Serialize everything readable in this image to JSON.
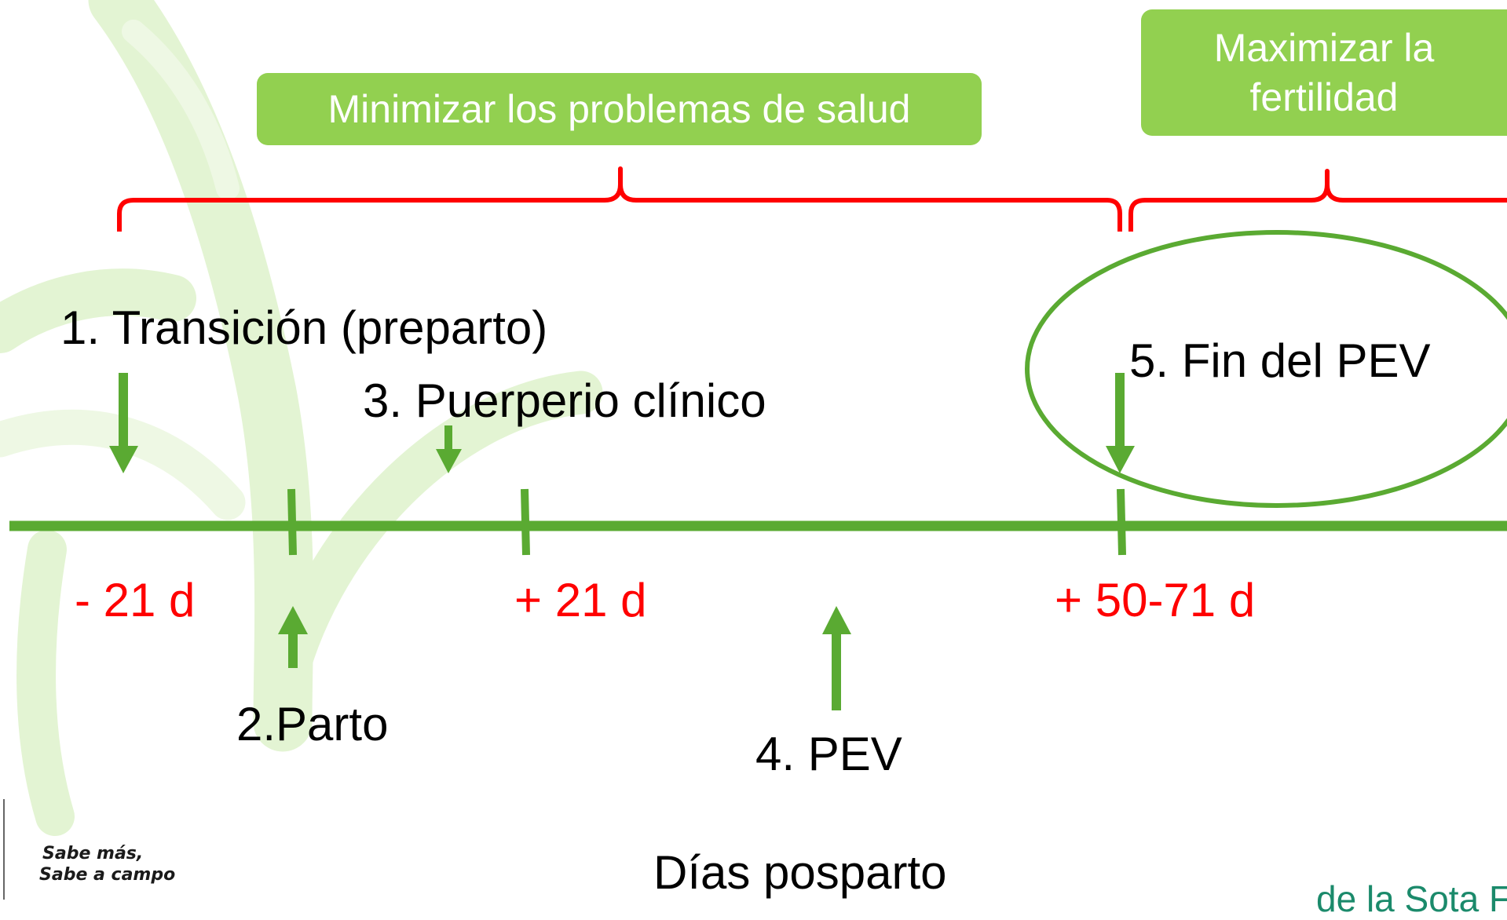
{
  "goals": {
    "health": "Minimizar los problemas de salud",
    "fertility_line1": "Maximizar la",
    "fertility_line2": "fertilidad"
  },
  "stages": {
    "transition": "1. Transición (preparto)",
    "birth": "2.Parto",
    "puerperium": "3. Puerperio clínico",
    "pev": "4. PEV",
    "pev_end": "5. Fin del PEV"
  },
  "timeline": {
    "day_labels": [
      "- 21 d",
      "+ 21 d",
      "+ 50-71 d"
    ],
    "axis_title": "Días posparto"
  },
  "branding": {
    "tagline_line1": "Sabe más,",
    "tagline_line2": "Sabe a campo",
    "footer_credit": "de la Sota F"
  },
  "colors": {
    "timeline_green": "#5aaa32",
    "box_green": "#92d050",
    "brace_red": "#ff0000",
    "watermark_green": "#e3f4d3"
  }
}
